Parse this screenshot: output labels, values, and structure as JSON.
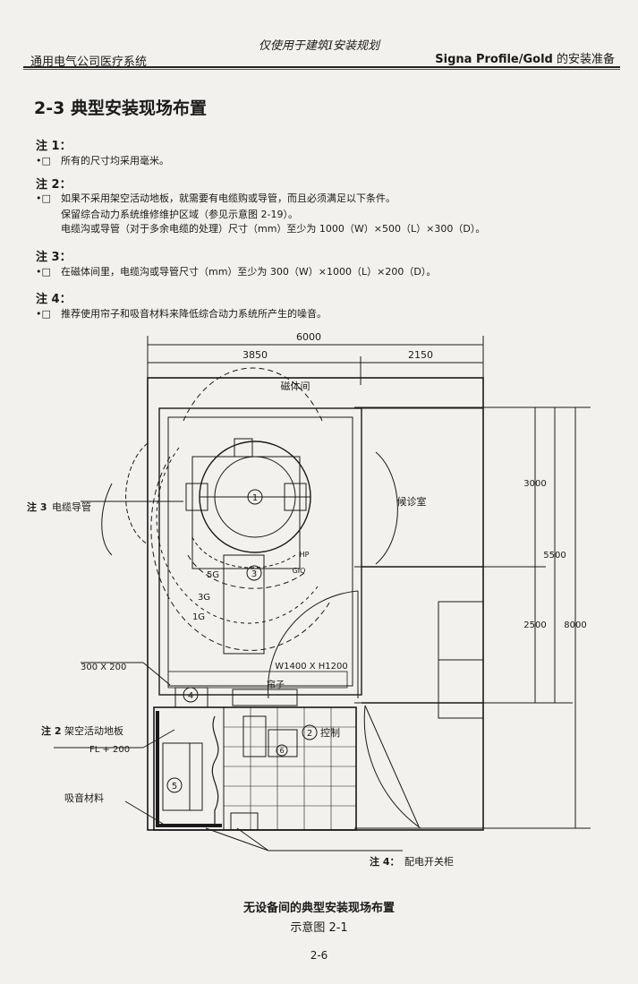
{
  "header": {
    "top_center": "仅使用于建筑I安装规划",
    "left": "通用电气公司医疗系统",
    "right_en": "Signa Profile/Gold",
    "right_cn": " 的安装准备"
  },
  "section_title": "2-3  典型安装现场布置",
  "notes": [
    {
      "heading": "注 1：",
      "lines": [
        "所有的尺寸均采用毫米。"
      ]
    },
    {
      "heading": "注 2：",
      "lines": [
        "如果不采用架空活动地板，就需要有电缆购或导管，而且必须满足以下条件。",
        "保留综合动力系统维修维护区域（参见示意图 2-19）。",
        "电缆沟或导管（对于多余电缆的处理）尺寸（mm）至少为 1000（W）×500（L）×300（D）。"
      ]
    },
    {
      "heading": "注 3：",
      "lines": [
        "在磁体间里，电缆沟或导管尺寸（mm）至少为 300（W）×1000（L）×200（D）。"
      ]
    },
    {
      "heading": "注 4：",
      "lines": [
        "推荐使用帘子和吸音材料来降低综合动力系统所产生的噪音。"
      ]
    }
  ],
  "bullet": "•□",
  "plan": {
    "dim_total": "6000",
    "dim_left": "3850",
    "dim_right": "2150",
    "dim_3000": "3000",
    "dim_5500": "5500",
    "dim_2500": "2500",
    "dim_8000": "8000",
    "room_magnet": "磁体间",
    "room_waiting": "候诊室",
    "label_5g": "5G",
    "label_3g": "3G",
    "label_1g": "1G",
    "label_hp": "HP",
    "label_gio": "GIO",
    "door_size": "W1400 X H1200",
    "curtain": "帘子",
    "control": "控制",
    "duct_size": "300 X 200",
    "note3_label": "注 3",
    "note3_text": "电缆导管",
    "note2_label": "注 2",
    "note2_text": "架空活动地板",
    "note2_sub": "FL + 200",
    "absorb": "吸音材料",
    "note4_label": "注 4：",
    "note4_text": "配电开关柜",
    "circ1": "1",
    "circ2": "2",
    "circ3": "3",
    "circ4": "4",
    "circ5": "5",
    "circ6": "6"
  },
  "caption_main": "无设备间的典型安装现场布置",
  "caption_sub": "示意图 2-1",
  "page_number": "2-6"
}
